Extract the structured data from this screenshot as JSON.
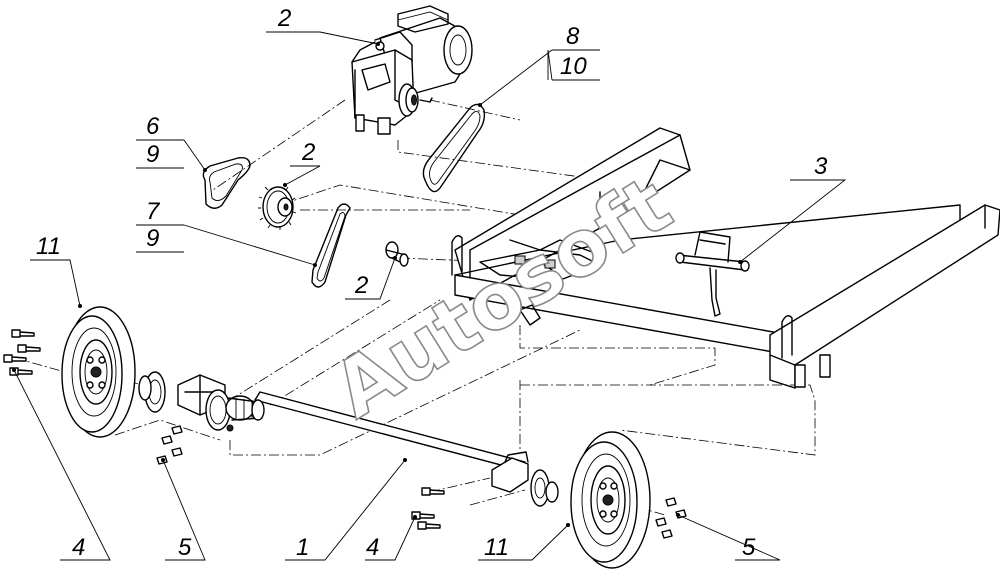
{
  "watermark": "Autosoft",
  "callouts": {
    "c2_top": "2",
    "c8": "8",
    "c10": "10",
    "c6": "6",
    "c9_a": "9",
    "c2_mid": "2",
    "c7": "7",
    "c9_b": "9",
    "c3": "3",
    "c11_left": "11",
    "c2_low": "2",
    "c4_left": "4",
    "c5_left": "5",
    "c1": "1",
    "c4_right": "4",
    "c11_right": "11",
    "c5_right": "5"
  }
}
